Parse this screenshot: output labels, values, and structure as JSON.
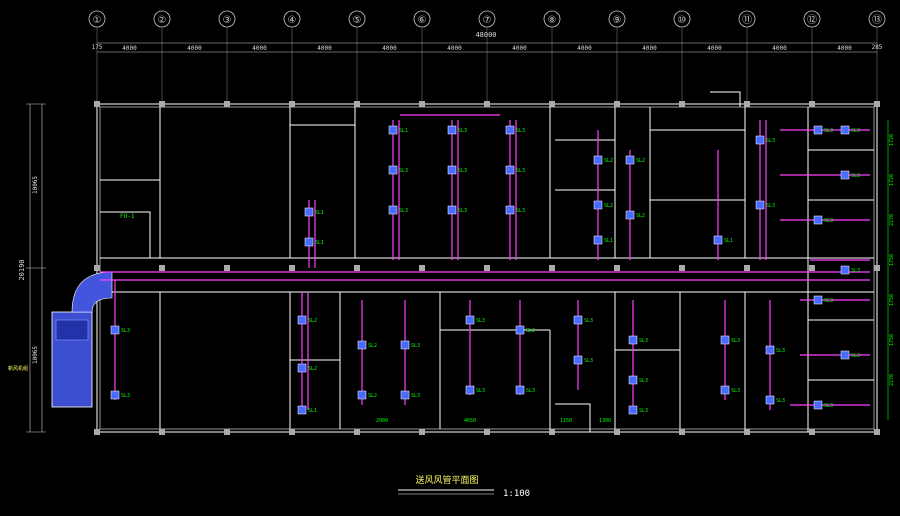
{
  "drawing": {
    "title": "送风风管平面图",
    "scale": "1:100",
    "overall_width": "48000",
    "overall_depth": "20190",
    "left_depth_upper": "10065",
    "left_depth_lower": "10065",
    "edge_left": "175",
    "edge_right": "285"
  },
  "grid": {
    "axes": [
      "①",
      "②",
      "③",
      "④",
      "⑤",
      "⑥",
      "⑦",
      "⑧",
      "⑨",
      "⑩",
      "⑪",
      "⑫",
      "⑬"
    ],
    "spans": [
      "4000",
      "4000",
      "4000",
      "4000",
      "4000",
      "4000",
      "4000",
      "4000",
      "4000",
      "4000",
      "4000",
      "4000"
    ]
  },
  "air_outlets": {
    "labels": [
      "SL1",
      "SL2",
      "SL3"
    ]
  },
  "annotations": {
    "ahu_tag": "FU-1",
    "ahu_label": "新风机组",
    "right_dims": [
      "1720",
      "1720",
      "2270",
      "1750",
      "1750",
      "1750",
      "2270"
    ],
    "bottom_dims": [
      "4650",
      "2000",
      "1150",
      "1300"
    ]
  },
  "colors": {
    "background": "#000000",
    "wall": "#ffffff",
    "duct": "#ff40ff",
    "dimension": "#00ff00",
    "outlet": "#4a6bff",
    "text": "#ffff66"
  }
}
